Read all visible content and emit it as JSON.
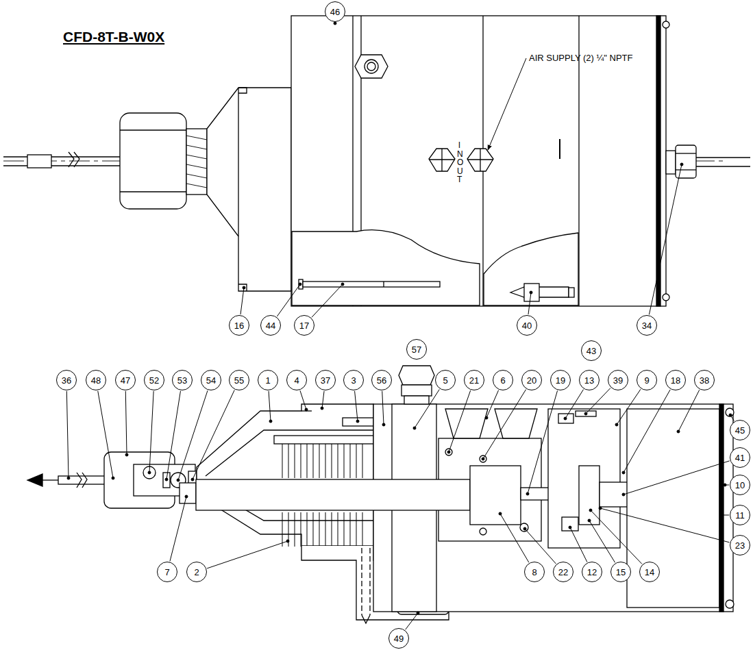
{
  "diagram": {
    "title": "CFD-8T-B-W0X",
    "labels": [
      "AIR SUPPLY (2) ¼\" NPTF",
      "IN",
      "OUT",
      "46",
      "16",
      "44",
      "17",
      "40",
      "34",
      "57",
      "43",
      "36",
      "48",
      "47",
      "52",
      "53",
      "54",
      "55",
      "1",
      "4",
      "37",
      "3",
      "56",
      "5",
      "21",
      "6",
      "20",
      "19",
      "13",
      "39",
      "9",
      "18",
      "38",
      "45",
      "41",
      "10",
      "11",
      "23",
      "7",
      "2",
      "8",
      "22",
      "12",
      "15",
      "14",
      "49"
    ]
  }
}
